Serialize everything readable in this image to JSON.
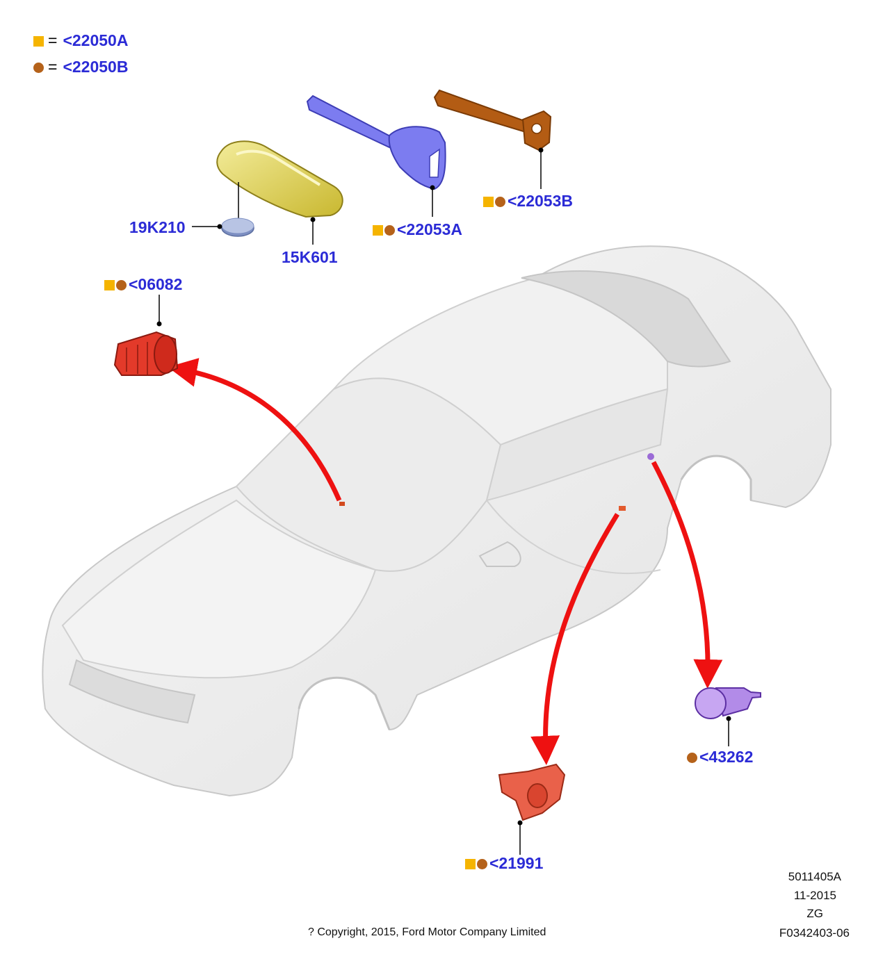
{
  "legend": [
    {
      "code": "<22050A",
      "marker": "square"
    },
    {
      "code": "<22050B",
      "marker": "circle"
    }
  ],
  "colors": {
    "square_marker": "#f5b400",
    "circle_marker": "#b5621a",
    "label_text": "#2b2bd6",
    "arrow": "#ee1111"
  },
  "legend_eq": "=",
  "callouts": {
    "coin_battery": "19K210",
    "key_fob": "15K601",
    "key_blue": "<22053A",
    "key_orange": "<22053B",
    "ignition_cylinder": "<06082",
    "door_lock_cylinder": "<21991",
    "fuel_door_lock": "<43262"
  },
  "meta": {
    "drawing_id": "5011405A",
    "date": "11-2015",
    "code": "ZG",
    "figure_id": "F0342403-06"
  },
  "copyright": "? Copyright, 2015, Ford Motor Company Limited"
}
